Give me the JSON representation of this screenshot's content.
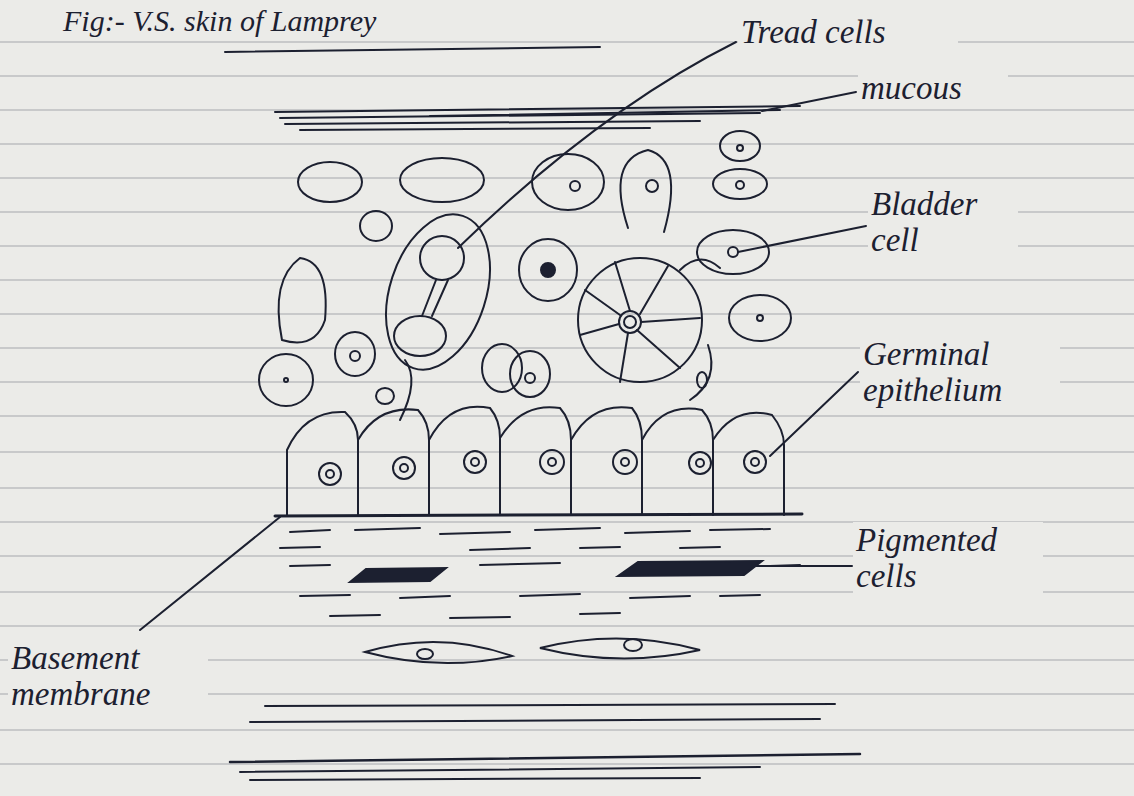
{
  "diagram": {
    "title": "Fig:- V.S. skin of Lamprey",
    "labels": [
      "Tread cells",
      "mucous",
      "Bladder cell",
      "Germinal epithelium",
      "Pigmented cells",
      "Basement membrane"
    ]
  }
}
